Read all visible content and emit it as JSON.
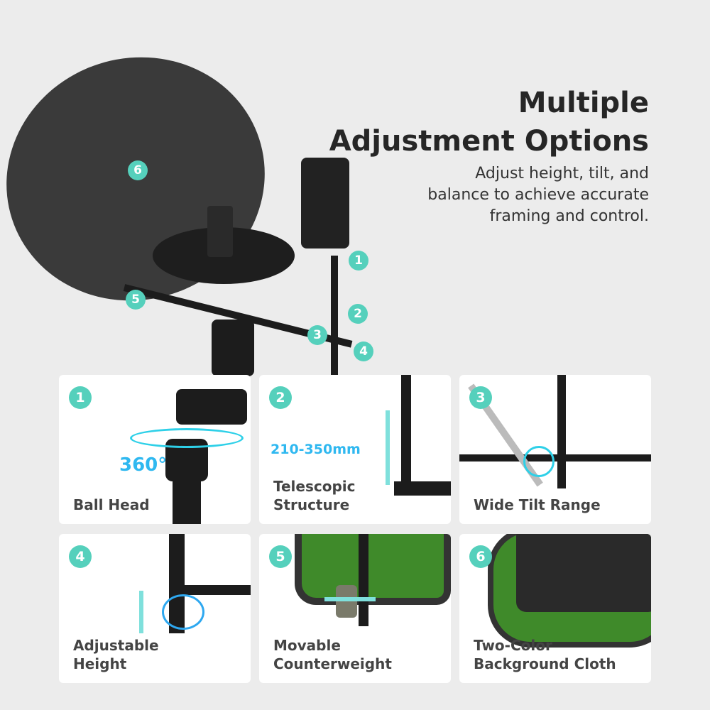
{
  "heading": {
    "line1": "Multiple",
    "line2": "Adjustment Options"
  },
  "subtitle": {
    "line1": "Adjust height, tilt, and",
    "line2": "balance to achieve accurate",
    "line3": "framing and control."
  },
  "hero_badges": [
    "1",
    "2",
    "3",
    "4",
    "5",
    "6"
  ],
  "cards": [
    {
      "number": "1",
      "label_line1": "Ball Head",
      "label_line2": "",
      "annotation": "360°"
    },
    {
      "number": "2",
      "label_line1": "Telescopic",
      "label_line2": "Structure",
      "annotation": "210-350mm"
    },
    {
      "number": "3",
      "label_line1": "Wide Tilt Range",
      "label_line2": ""
    },
    {
      "number": "4",
      "label_line1": "Adjustable",
      "label_line2": "Height"
    },
    {
      "number": "5",
      "label_line1": "Movable",
      "label_line2": "Counterweight"
    },
    {
      "number": "6",
      "label_line1": "Two-Color",
      "label_line2": "Background Cloth"
    }
  ],
  "colors": {
    "badge": "#55d0bc",
    "annotation": "#2fb8f0",
    "background": "#ececec"
  }
}
